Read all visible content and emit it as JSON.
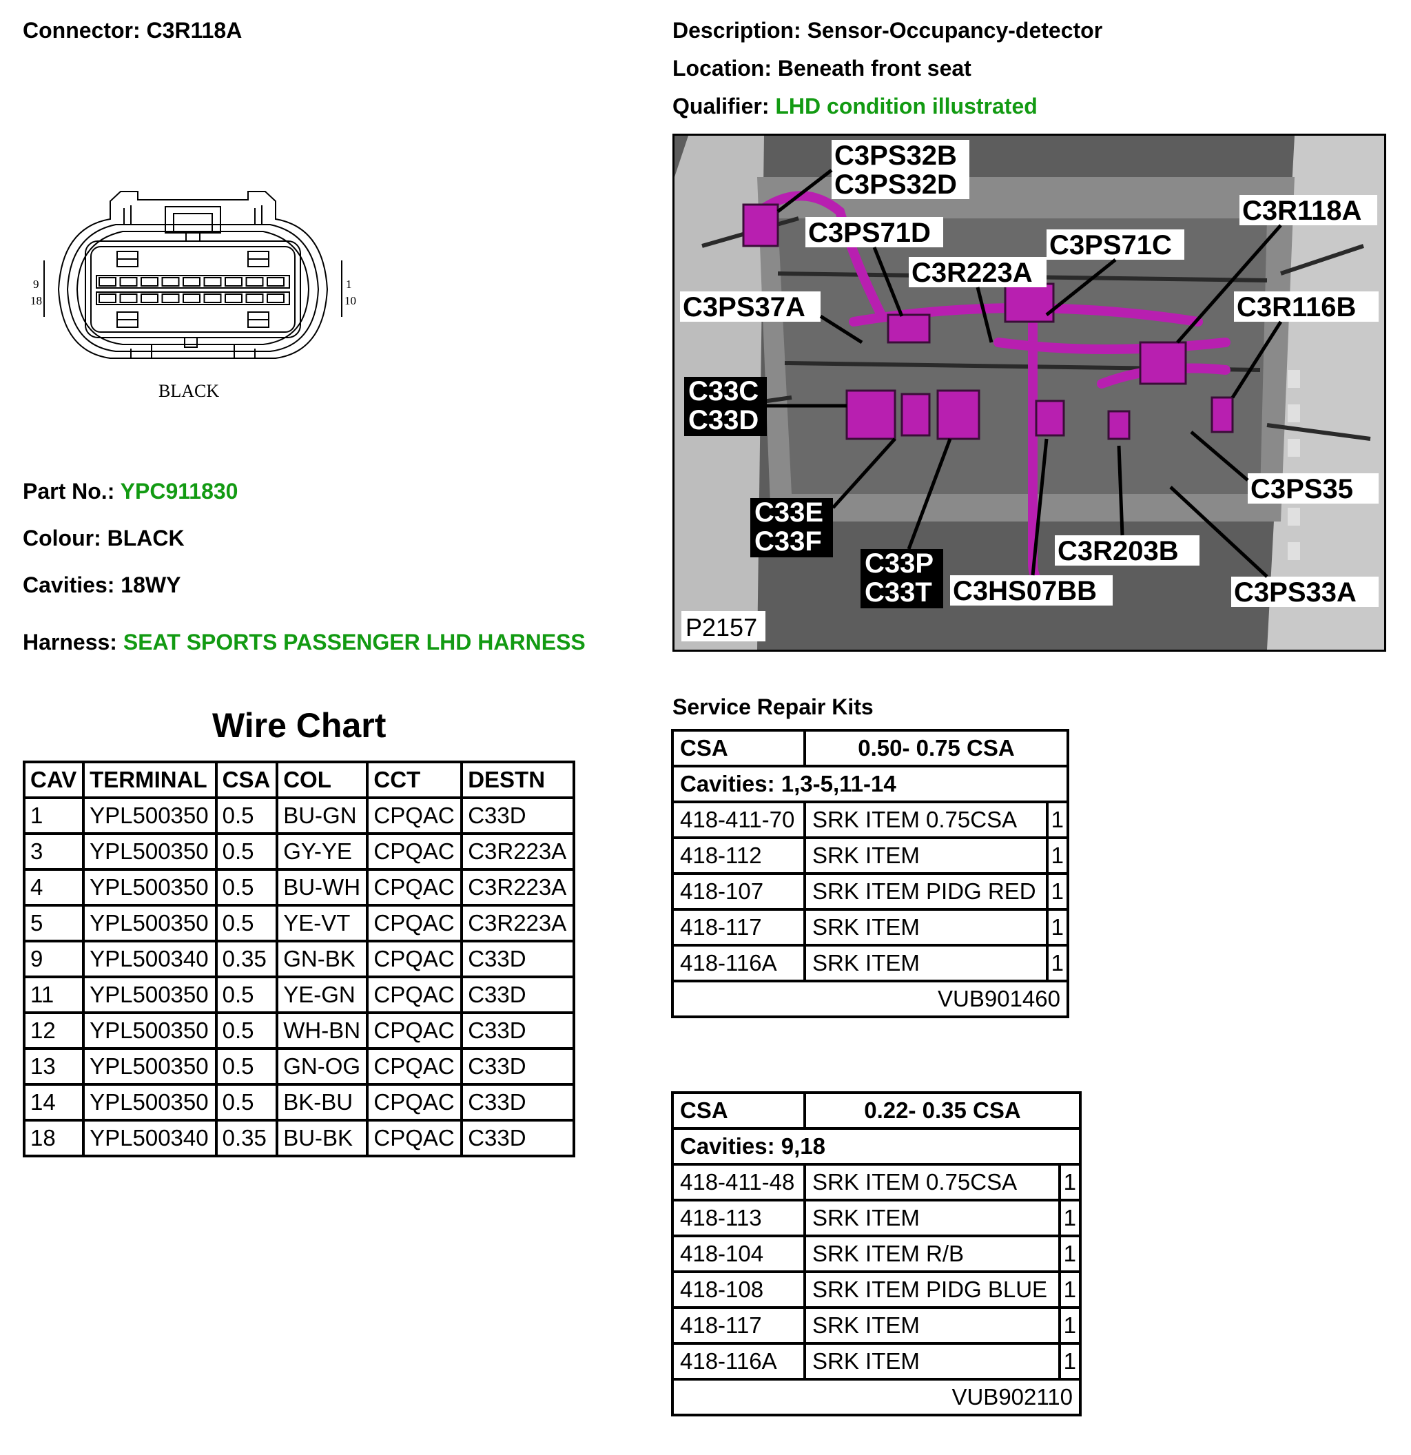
{
  "connector": {
    "label": "Connector:",
    "value": "C3R118A",
    "pin_labels": {
      "left_top": "9",
      "left_bottom": "18",
      "right_top": "1",
      "right_bottom": "10"
    },
    "drawing_label": "BLACK"
  },
  "description": {
    "label": "Description:",
    "value": "Sensor-Occupancy-detector"
  },
  "location": {
    "label": "Location:",
    "value": "Beneath front seat"
  },
  "qualifier": {
    "label": "Qualifier:",
    "value": "LHD condition illustrated"
  },
  "part_no": {
    "label": "Part No.:",
    "value": "YPC911830"
  },
  "colour": {
    "label": "Colour:",
    "value": "BLACK"
  },
  "cavities": {
    "label": "Cavities:",
    "value": "18WY"
  },
  "harness": {
    "label": "Harness:",
    "value": "SEAT SPORTS PASSENGER LHD HARNESS"
  },
  "colors": {
    "green": "#129a12",
    "harness_magenta": "#b81fb0"
  },
  "photo": {
    "id_label": "P2157",
    "callouts": [
      "C3PS32B",
      "C3PS32D",
      "C3PS71D",
      "C3PS71C",
      "C3R118A",
      "C3R223A",
      "C3PS37A",
      "C3R116B",
      "C33C",
      "C33D",
      "C33E",
      "C33F",
      "C33P",
      "C33T",
      "C3HS07BB",
      "C3R203B",
      "C3PS35",
      "C3PS33A"
    ]
  },
  "wire_chart": {
    "title": "Wire Chart",
    "headers": [
      "CAV",
      "TERMINAL",
      "CSA",
      "COL",
      "CCT",
      "DESTN"
    ],
    "rows": [
      [
        "1",
        "YPL500350",
        "0.5",
        "BU-GN",
        "CPQAC",
        "C33D"
      ],
      [
        "3",
        "YPL500350",
        "0.5",
        "GY-YE",
        "CPQAC",
        "C3R223A"
      ],
      [
        "4",
        "YPL500350",
        "0.5",
        "BU-WH",
        "CPQAC",
        "C3R223A"
      ],
      [
        "5",
        "YPL500350",
        "0.5",
        "YE-VT",
        "CPQAC",
        "C3R223A"
      ],
      [
        "9",
        "YPL500340",
        "0.35",
        "GN-BK",
        "CPQAC",
        "C33D"
      ],
      [
        "11",
        "YPL500350",
        "0.5",
        "YE-GN",
        "CPQAC",
        "C33D"
      ],
      [
        "12",
        "YPL500350",
        "0.5",
        "WH-BN",
        "CPQAC",
        "C33D"
      ],
      [
        "13",
        "YPL500350",
        "0.5",
        "GN-OG",
        "CPQAC",
        "C33D"
      ],
      [
        "14",
        "YPL500350",
        "0.5",
        "BK-BU",
        "CPQAC",
        "C33D"
      ],
      [
        "18",
        "YPL500340",
        "0.35",
        "BU-BK",
        "CPQAC",
        "C33D"
      ]
    ]
  },
  "service_repair_kits": {
    "title": "Service Repair Kits",
    "kits": [
      {
        "csa_label": "CSA",
        "csa_value": "0.50- 0.75 CSA",
        "cavities": "Cavities: 1,3-5,11-14",
        "items": [
          [
            "418-411-70",
            "SRK ITEM 0.75CSA",
            "1"
          ],
          [
            "418-112",
            "SRK ITEM",
            "1"
          ],
          [
            "418-107",
            "SRK ITEM PIDG RED",
            "1"
          ],
          [
            "418-117",
            "SRK ITEM",
            "1"
          ],
          [
            "418-116A",
            "SRK ITEM",
            "1"
          ]
        ],
        "kit_no": "VUB901460"
      },
      {
        "csa_label": "CSA",
        "csa_value": "0.22- 0.35 CSA",
        "cavities": "Cavities: 9,18",
        "items": [
          [
            "418-411-48",
            "SRK ITEM 0.75CSA",
            "1"
          ],
          [
            "418-113",
            "SRK ITEM",
            "1"
          ],
          [
            "418-104",
            "SRK ITEM R/B",
            "1"
          ],
          [
            "418-108",
            "SRK ITEM PIDG BLUE",
            "1"
          ],
          [
            "418-117",
            "SRK ITEM",
            "1"
          ],
          [
            "418-116A",
            "SRK ITEM",
            "1"
          ]
        ],
        "kit_no": "VUB902110"
      }
    ]
  }
}
